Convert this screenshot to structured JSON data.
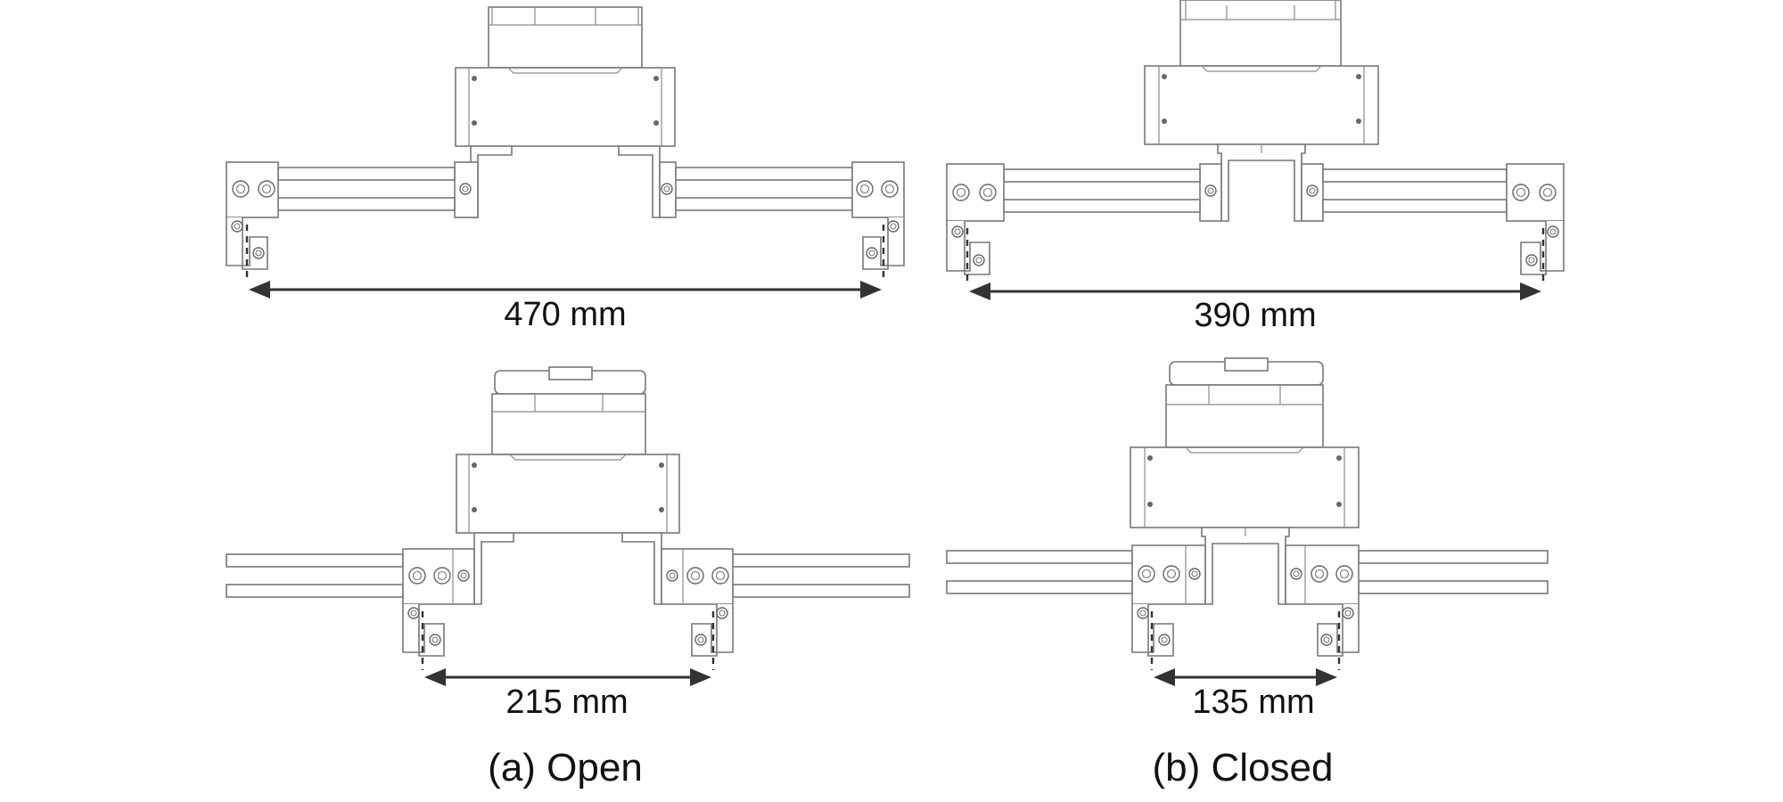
{
  "figure": {
    "panels": [
      {
        "id": "open",
        "caption": "(a) Open",
        "top_dimension": "470 mm",
        "bottom_dimension": "215 mm"
      },
      {
        "id": "closed",
        "caption": "(b) Closed",
        "top_dimension": "390 mm",
        "bottom_dimension": "135 mm"
      }
    ]
  }
}
